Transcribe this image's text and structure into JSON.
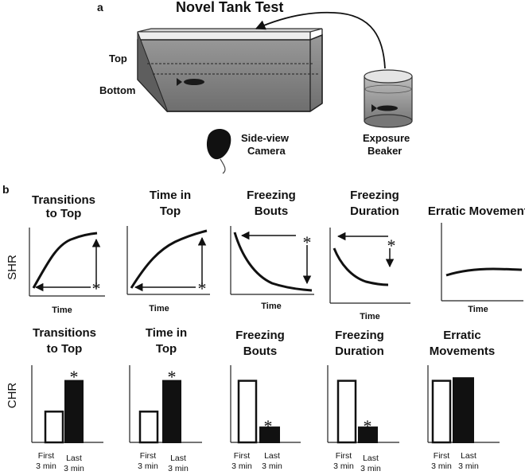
{
  "panel_a": {
    "letter": "a",
    "title": "Novel Tank Test",
    "top_label": "Top",
    "bottom_label": "Bottom",
    "camera_label_1": "Side-view",
    "camera_label_2": "Camera",
    "beaker_label_1": "Exposure",
    "beaker_label_2": "Beaker"
  },
  "panel_b": {
    "letter": "b",
    "row_shr": "SHR",
    "row_chr": "CHR",
    "time_label": "Time",
    "first_label_1": "First",
    "first_label_2": "3 min",
    "last_label_1": "Last",
    "last_label_2": "3 min",
    "asterisk": "*",
    "shr": [
      {
        "title_1": "Transitions",
        "title_2": "to Top",
        "trend": "increase"
      },
      {
        "title_1": "Time in",
        "title_2": "Top",
        "trend": "increase"
      },
      {
        "title_1": "Freezing",
        "title_2": "Bouts",
        "trend": "decrease"
      },
      {
        "title_1": "Freezing",
        "title_2": "Duration",
        "trend": "decrease"
      },
      {
        "title_1": "",
        "title_2": "Erratic Movements",
        "trend": "flat"
      }
    ],
    "chr": [
      {
        "title_1": "Transitions",
        "title_2": "to Top",
        "first": 0.45,
        "last": 0.9
      },
      {
        "title_1": "Time in",
        "title_2": "Top",
        "first": 0.45,
        "last": 0.9
      },
      {
        "title_1": "Freezing",
        "title_2": "Bouts",
        "first": 0.9,
        "last": 0.22
      },
      {
        "title_1": "Freezing",
        "title_2": "Duration",
        "first": 0.9,
        "last": 0.22
      },
      {
        "title_1": "Erratic",
        "title_2": "Movements",
        "first": 0.9,
        "last": 0.94
      }
    ]
  }
}
